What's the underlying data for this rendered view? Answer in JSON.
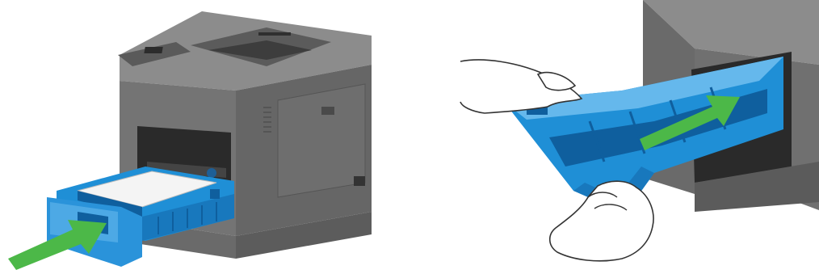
{
  "figure": {
    "panels": [
      {
        "id": "insert-tray",
        "icon": "printer-tray-insert-illustration"
      },
      {
        "id": "insert-duplex",
        "icon": "duplex-unit-insert-illustration"
      }
    ],
    "colors": {
      "printer_body": "#707070",
      "printer_dark": "#4a4a4a",
      "printer_light": "#9a9a9a",
      "part_blue": "#1f8fd6",
      "part_blue_dark": "#0f5f9e",
      "part_blue_light": "#65b8ec",
      "arrow_green": "#4cb848",
      "hand_outline": "#333333",
      "paper": "#f4f4f4"
    }
  }
}
